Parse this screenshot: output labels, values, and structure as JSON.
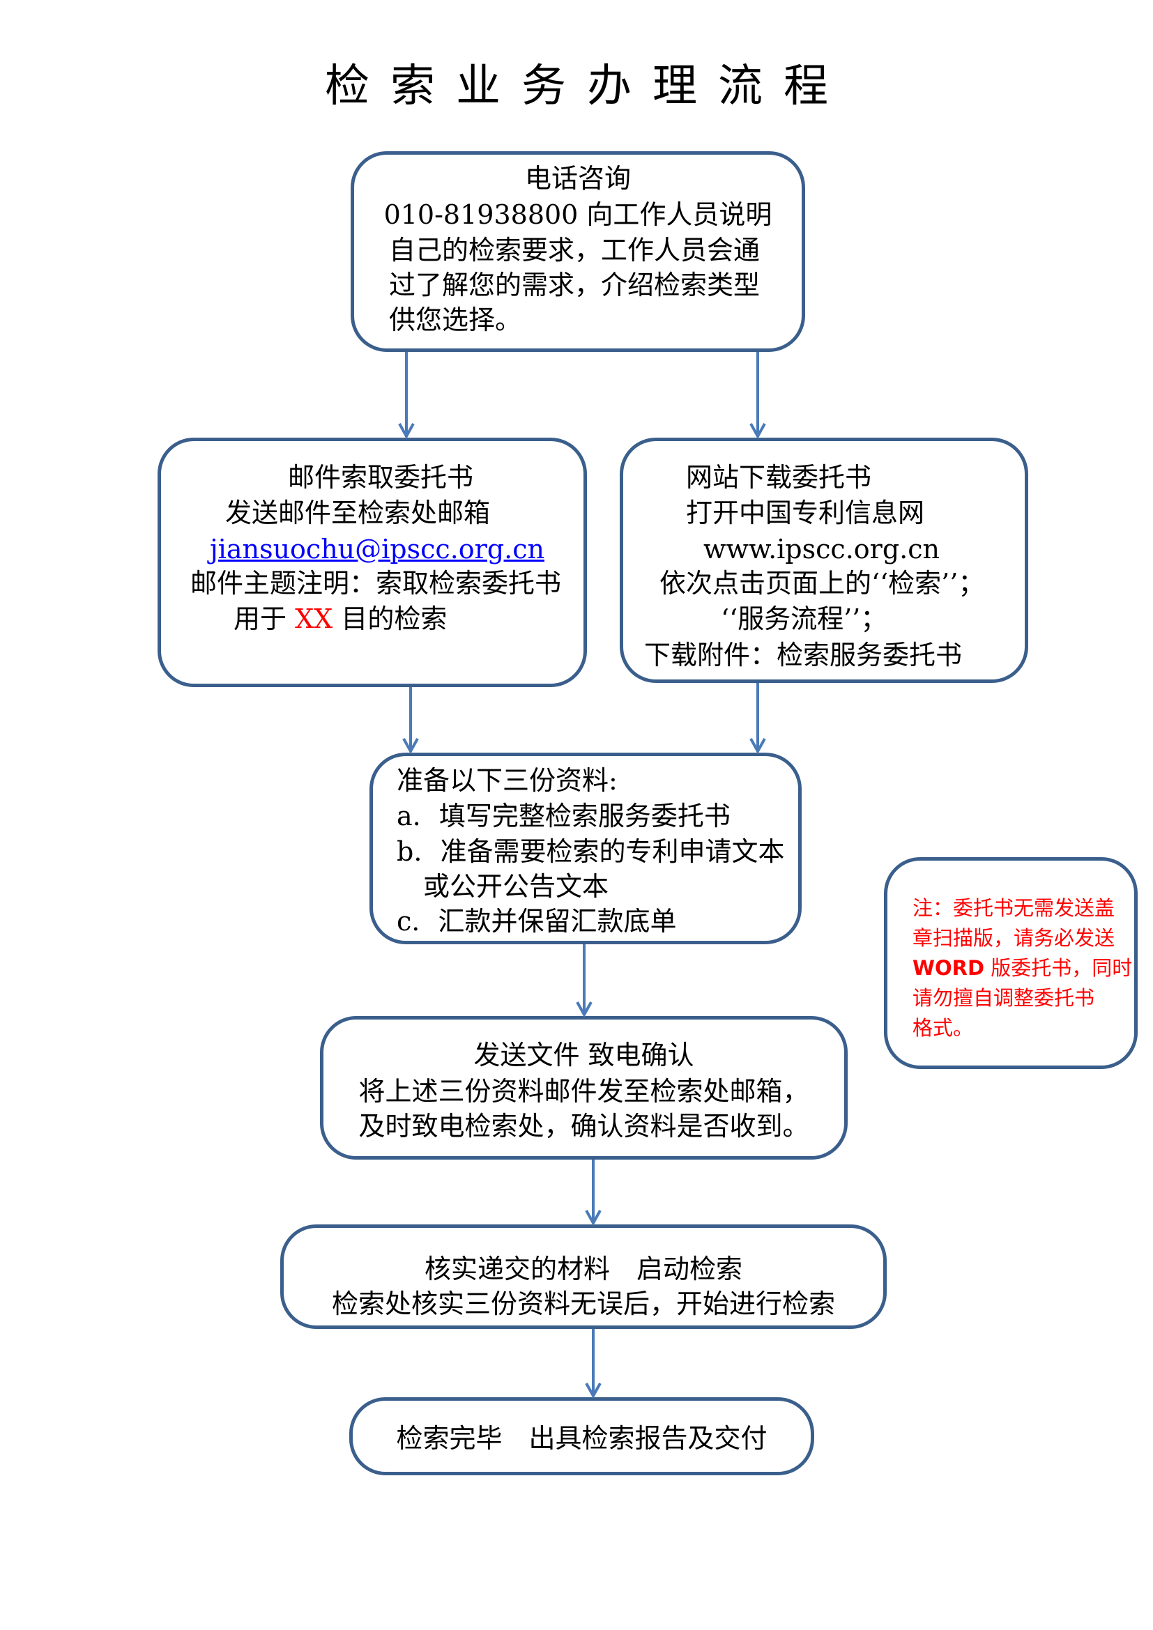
{
  "title": "检索业务办理流程",
  "colors": {
    "border": "#3b5f8c",
    "arrow": "#4a7ab8",
    "link": "#0000ff",
    "highlight": "#ff0000"
  },
  "steps": {
    "phone": {
      "heading": "电话咨询",
      "lines": [
        "010-81938800 向工作人员说明",
        "自己的检索要求，工作人员会通",
        "过了解您的需求，介绍检索类型",
        "供您选择。"
      ]
    },
    "email_request": {
      "heading": "邮件索取委托书",
      "line1": "发送邮件至检索处邮箱",
      "email": "jiansuochu@ipscc.org.cn",
      "line3": "邮件主题注明：索取检索委托书",
      "line4_prefix": "用于",
      "line4_highlight": "XX",
      "line4_suffix": "目的检索"
    },
    "website_download": {
      "heading": "网站下载委托书",
      "lines": [
        "打开中国专利信息网",
        "www.ipscc.org.cn",
        "依次点击页面上的‘‘检索’’；",
        "‘‘服务流程’’；",
        "下载附件：检索服务委托书"
      ]
    },
    "prepare": {
      "heading": "准备以下三份资料:",
      "items": [
        {
          "marker": "a.",
          "text": "填写完整检索服务委托书"
        },
        {
          "marker": "b.",
          "text": "准备需要检索的专利申请文本"
        },
        {
          "marker": "",
          "text": "或公开公告文本"
        },
        {
          "marker": "c.",
          "text": "汇款并保留汇款底单"
        }
      ]
    },
    "send": {
      "heading": "发送文件  致电确认",
      "lines": [
        "将上述三份资料邮件发至检索处邮箱，",
        "及时致电检索处，确认资料是否收到。"
      ]
    },
    "verify": {
      "heading": "核实递交的材料　启动检索",
      "lines": [
        "检索处核实三份资料无误后，开始进行检索"
      ]
    },
    "finish": {
      "heading": "检索完毕　出具检索报告及交付"
    }
  },
  "note": {
    "line1": "注：委托书无需发送盖",
    "line2": "章扫描版，请务必发送",
    "line3_bold": "WORD",
    "line3_rest": " 版委托书，同时",
    "line4": "请勿擅自调整委托书",
    "line5": "格式。"
  }
}
